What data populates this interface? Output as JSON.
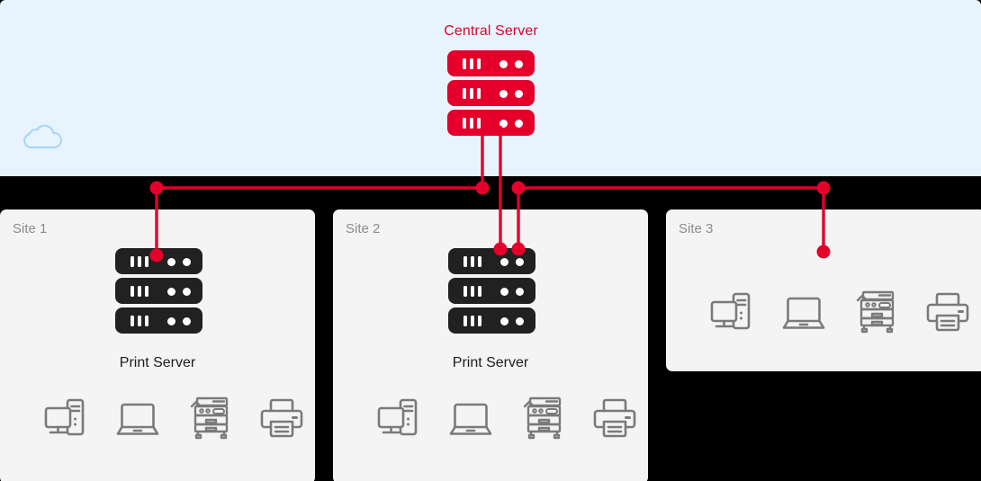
{
  "diagram": {
    "title_visible": false,
    "colors": {
      "accent_red": "#e4002b",
      "cloud_panel_bg": "#e8f4fd",
      "cloud_outline": "#a8d8f5",
      "site_panel_bg": "#f4f4f4",
      "server_dark": "#212121",
      "device_icon_gray": "#7a7a7a",
      "site_label_gray": "#8c8c8c",
      "page_bg": "#000000"
    }
  },
  "cloud": {
    "icon": "cloud-icon"
  },
  "central": {
    "label": "Central Server",
    "icon": "server-stack-icon",
    "units": 3
  },
  "sites": [
    {
      "id": "site-1",
      "label": "Site 1",
      "server": {
        "label": "Print Server",
        "icon": "server-stack-icon",
        "units": 3
      },
      "devices": [
        {
          "name": "desktop-computer-icon",
          "label": "Desktop Computer"
        },
        {
          "name": "laptop-icon",
          "label": "Laptop"
        },
        {
          "name": "multifunction-printer-icon",
          "label": "Multifunction Printer"
        },
        {
          "name": "printer-icon",
          "label": "Printer"
        }
      ]
    },
    {
      "id": "site-2",
      "label": "Site 2",
      "server": {
        "label": "Print Server",
        "icon": "server-stack-icon",
        "units": 3
      },
      "devices": [
        {
          "name": "desktop-computer-icon",
          "label": "Desktop Computer"
        },
        {
          "name": "laptop-icon",
          "label": "Laptop"
        },
        {
          "name": "multifunction-printer-icon",
          "label": "Multifunction Printer"
        },
        {
          "name": "printer-icon",
          "label": "Printer"
        }
      ]
    },
    {
      "id": "site-3",
      "label": "Site 3",
      "server": null,
      "devices": [
        {
          "name": "desktop-computer-icon",
          "label": "Desktop Computer"
        },
        {
          "name": "laptop-icon",
          "label": "Laptop"
        },
        {
          "name": "multifunction-printer-icon",
          "label": "Multifunction Printer"
        },
        {
          "name": "printer-icon",
          "label": "Printer"
        }
      ]
    }
  ],
  "connections": [
    {
      "from": "central-server",
      "to": "site-1-print-server"
    },
    {
      "from": "central-server",
      "to": "site-2-print-server"
    },
    {
      "from": "central-server",
      "to": "site-3-devices"
    }
  ]
}
